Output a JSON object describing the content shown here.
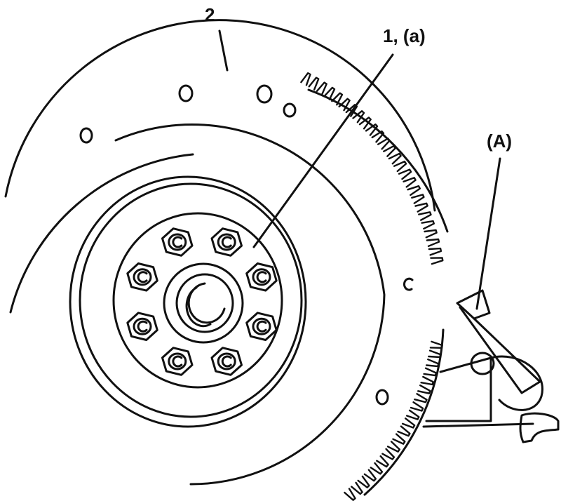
{
  "labels": {
    "flywheel": "2",
    "bolt": "1, (a)",
    "tool": "(A)"
  },
  "colors": {
    "line": "#111111",
    "background": "#ffffff"
  },
  "parts": {
    "bolt_count": 8
  }
}
